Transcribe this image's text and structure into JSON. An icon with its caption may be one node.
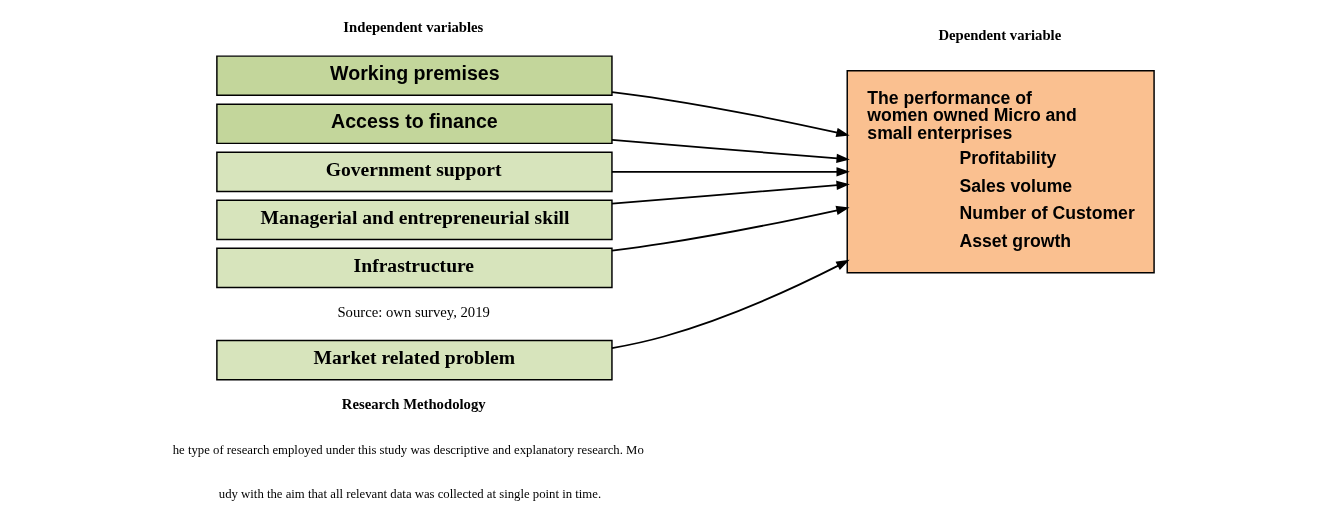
{
  "diagram": {
    "nodes": [
      {
        "text": [
          "Working premises"
        ]
      },
      {
        "text": [
          "Access to finance"
        ]
      },
      {
        "text": [
          "Government support"
        ]
      },
      {
        "text": [
          "Managerial and entrepreneurial skill"
        ]
      },
      {
        "text": [
          "Infrastructure"
        ]
      },
      {
        "text": [
          "Market related problem"
        ]
      },
      {
        "text": [
          "The performance of women owned Micro and small enterprises",
          "Profitability",
          "Sales volume",
          "Number of Customer",
          "Asset growth"
        ]
      }
    ],
    "edges": [
      {
        "from": 0,
        "to": 6,
        "arrow": "to"
      },
      {
        "from": 1,
        "to": 6,
        "arrow": "to"
      },
      {
        "from": 2,
        "to": 6,
        "arrow": "to"
      },
      {
        "from": 3,
        "to": 6,
        "arrow": "to"
      },
      {
        "from": 4,
        "to": 6,
        "arrow": "to"
      },
      {
        "from": 5,
        "to": 6,
        "arrow": "to"
      }
    ],
    "labels": [
      "Independent variables",
      "Dependent variable",
      "Source: own survey, 2019",
      "Research Methodology",
      "he type of research employed under this study was descriptive and explanatory research. Mo",
      "udy with the aim that all relevant data was collected at single point in time."
    ]
  }
}
